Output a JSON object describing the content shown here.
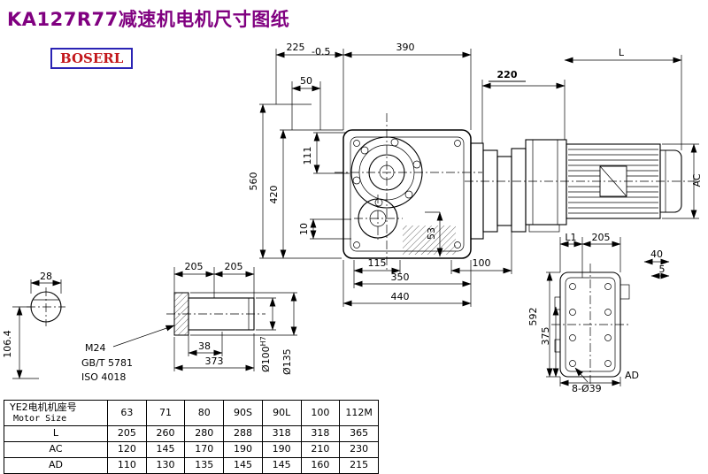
{
  "page": {
    "title": "KA127R77减速机电机尺寸图纸",
    "brand": "BOSERL"
  },
  "front": {
    "d225": "225",
    "d225tol": "-0.5",
    "d390": "390",
    "d50": "50",
    "d220": "220",
    "dL": "L",
    "d560": "560",
    "d420": "420",
    "d111": "111",
    "d10": "10",
    "d115": "115",
    "d53": "53",
    "d100": "100",
    "d350": "350",
    "d440": "440",
    "dAC": "AC"
  },
  "section": {
    "d28": "28",
    "d106": "106.4"
  },
  "shaft": {
    "d205a": "205",
    "d205b": "205",
    "m24": "M24",
    "gb": "GB/T 5781",
    "iso": "ISO 4018",
    "d38": "38",
    "d373": "373",
    "bore": "Ø100",
    "boretol": "H7",
    "dia135": "Ø135"
  },
  "side": {
    "dL1": "L1",
    "d205": "205",
    "d40": "40",
    "d5": "5",
    "d592": "592",
    "d375": "375",
    "holes": "8-Ø39",
    "dAD": "AD"
  },
  "table": {
    "header_cn": "YE2电机机座号",
    "header_en": "Motor Size",
    "sizes": [
      "63",
      "71",
      "80",
      "90S",
      "90L",
      "100",
      "112M"
    ],
    "rows": [
      {
        "label": "L",
        "values": [
          "205",
          "260",
          "280",
          "288",
          "318",
          "318",
          "365"
        ]
      },
      {
        "label": "AC",
        "values": [
          "120",
          "145",
          "170",
          "190",
          "190",
          "210",
          "230"
        ]
      },
      {
        "label": "AD",
        "values": [
          "110",
          "130",
          "135",
          "145",
          "145",
          "160",
          "215"
        ]
      }
    ]
  }
}
